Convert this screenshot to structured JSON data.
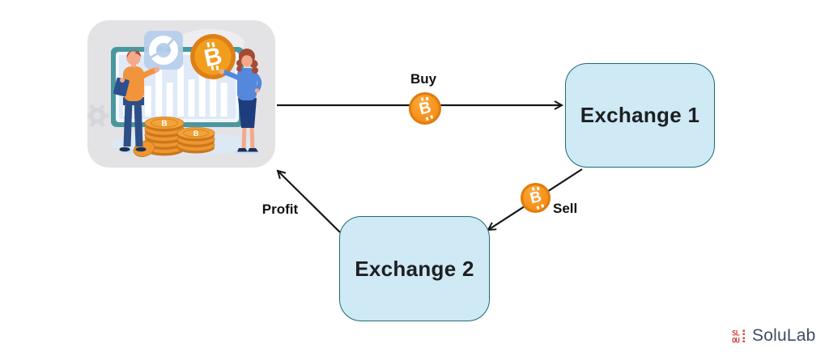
{
  "diagram": {
    "nodes": [
      {
        "id": "exchange-1",
        "label": "Exchange 1"
      },
      {
        "id": "exchange-2",
        "label": "Exchange 2"
      }
    ],
    "edges": [
      {
        "id": "buy",
        "label": "Buy",
        "from": "trader-illustration",
        "to": "exchange-1",
        "icon": "bitcoin-coin"
      },
      {
        "id": "sell",
        "label": "Sell",
        "from": "exchange-1",
        "to": "exchange-2",
        "icon": "bitcoin-coin"
      },
      {
        "id": "profit",
        "label": "Profit",
        "from": "exchange-2",
        "to": "trader-illustration"
      }
    ]
  },
  "icons": {
    "bitcoin_glyph": "B",
    "bitcoin_name": "bitcoin-coin"
  },
  "illustration": {
    "name": "crypto-traders-illustration",
    "elements": [
      "man-with-tablet",
      "woman-presenting",
      "bar-chart-screen",
      "pie-chart-icon",
      "large-bitcoin-coin",
      "gold-coin-stacks"
    ]
  },
  "branding": {
    "logo_text": "SoluLab",
    "logo_mark_top": "SL",
    "logo_mark_bottom": "OU"
  },
  "colors": {
    "node_fill": "#cfe9f5",
    "node_border": "#1d6b77",
    "arrow": "#161616",
    "bitcoin_orange": "#f7941d",
    "bitcoin_ring": "#e07c0e",
    "label_text": "#111111",
    "logo_text": "#3d4c63",
    "logo_mark_red": "#d6453d",
    "illustration_bg": "#e3e3e6",
    "background": "#ffffff"
  }
}
